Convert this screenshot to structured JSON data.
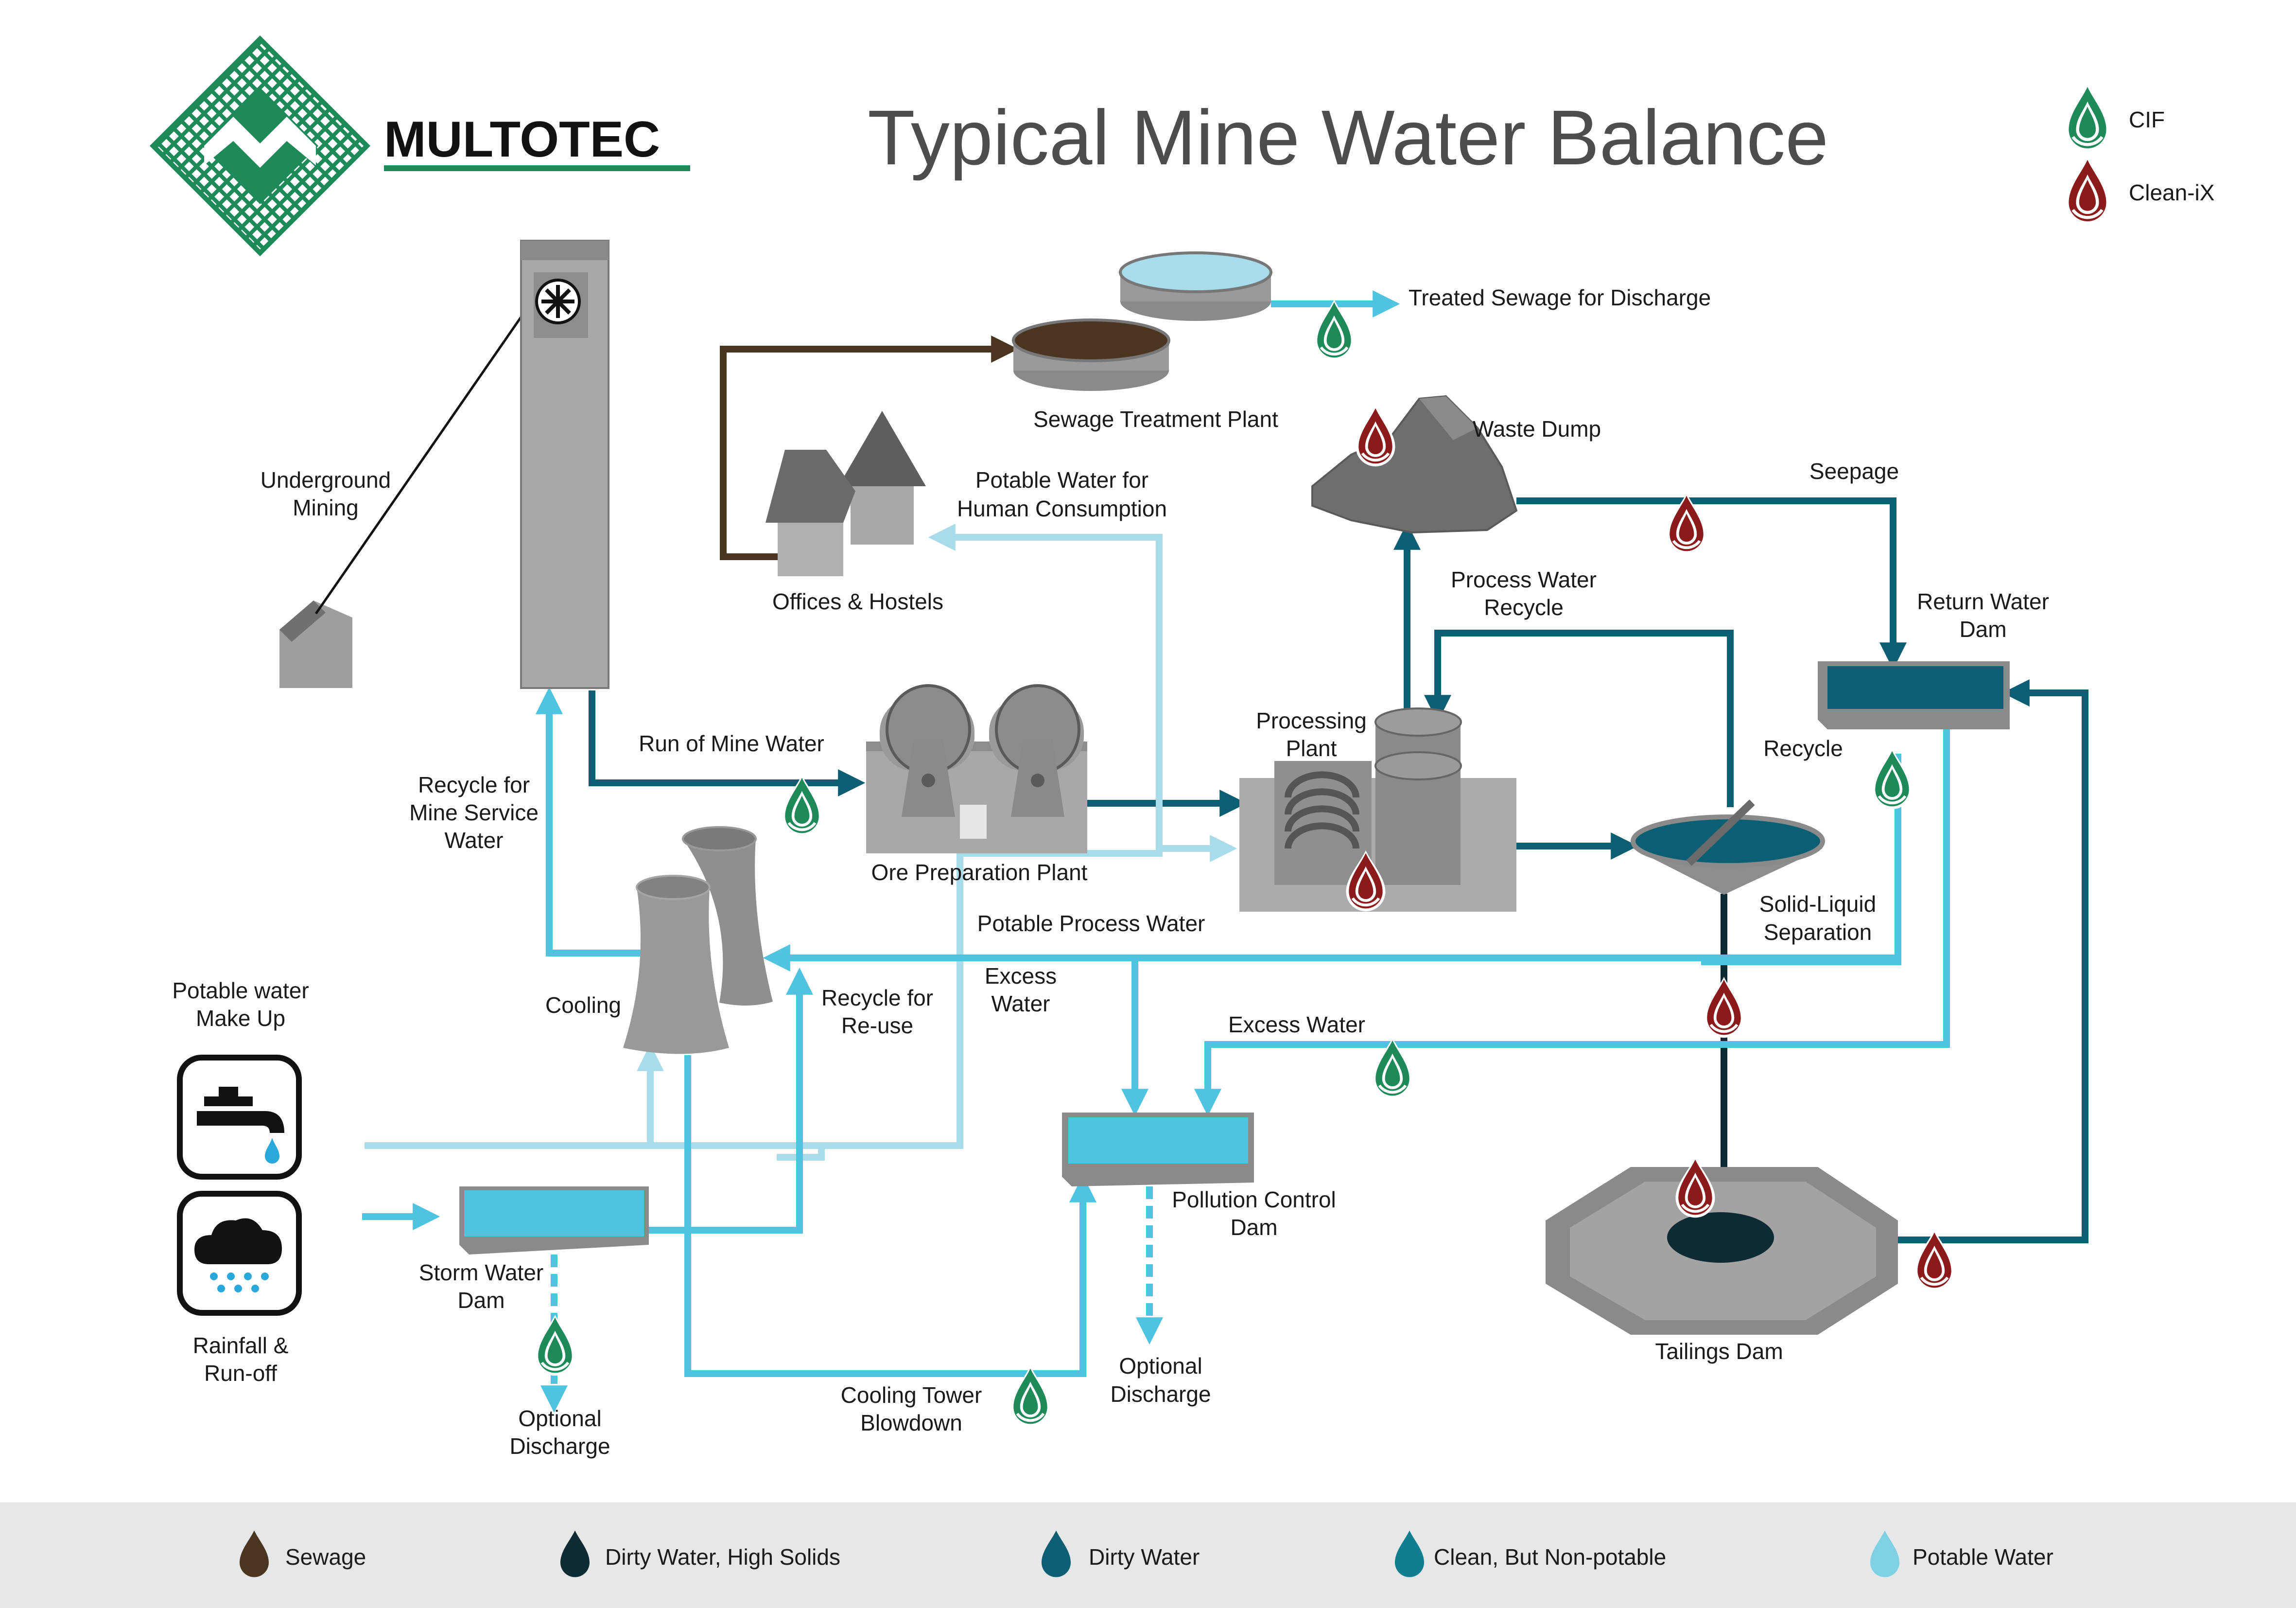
{
  "brand": {
    "name": "MULTOTEC"
  },
  "title": "Typical Mine Water Balance",
  "top_legend": [
    {
      "label": "CIF",
      "icon": "cif-drop-icon",
      "color": "#1e8a5a"
    },
    {
      "label": "Clean-iX",
      "icon": "clean-ix-drop-icon",
      "color": "#8b1a1a"
    }
  ],
  "colors": {
    "sewage": "#4a3620",
    "dirty_high_solids": "#0e2a33",
    "dirty": "#0c5f73",
    "clean_non_potable": "#4fc3e0",
    "potable": "#a8dceb",
    "cif": "#1e8a5a",
    "clean_ix": "#8b1a1a"
  },
  "nodes": {
    "underground_mining": [
      "Underground",
      "Mining"
    ],
    "sewage_plant": "Sewage Treatment Plant",
    "treated_sewage": "Treated Sewage for Discharge",
    "waste_dump": "Waste Dump",
    "seepage": "Seepage",
    "potable_human": [
      "Potable Water for",
      "Human Consumption"
    ],
    "offices": "Offices & Hostels",
    "process_water_recycle": [
      "Process Water",
      "Recycle"
    ],
    "return_water_dam": [
      "Return Water",
      "Dam"
    ],
    "run_of_mine": "Run of Mine Water",
    "processing_plant": [
      "Processing",
      "Plant"
    ],
    "recycle": "Recycle",
    "recycle_mine_service": [
      "Recycle for",
      "Mine Service",
      "Water"
    ],
    "ore_prep": "Ore Preparation Plant",
    "potable_process": "Potable Process Water",
    "solid_liquid": [
      "Solid-Liquid",
      "Separation"
    ],
    "potable_makeup": [
      "Potable water",
      "Make Up"
    ],
    "cooling": "Cooling",
    "recycle_reuse": [
      "Recycle for",
      "Re-use"
    ],
    "excess_water_1": [
      "Excess",
      "Water"
    ],
    "excess_water_2": "Excess Water",
    "storm_water_dam": [
      "Storm Water",
      "Dam"
    ],
    "pollution_control_dam": [
      "Pollution Control",
      "Dam"
    ],
    "rainfall": [
      "Rainfall &",
      "Run-off"
    ],
    "tailings_dam": "Tailings Dam",
    "optional_discharge_1": [
      "Optional",
      "Discharge"
    ],
    "optional_discharge_2": [
      "Optional",
      "Discharge"
    ],
    "cooling_blowdown": [
      "Cooling Tower",
      "Blowdown"
    ]
  },
  "legend": [
    {
      "label": "Sewage",
      "icon": "sewage-drop-icon",
      "color": "#4a3620"
    },
    {
      "label": "Dirty Water, High Solids",
      "icon": "dirty-high-solids-drop-icon",
      "color": "#0e2a33"
    },
    {
      "label": "Dirty Water",
      "icon": "dirty-water-drop-icon",
      "color": "#0c5f73"
    },
    {
      "label": "Clean, But Non-potable",
      "icon": "clean-non-potable-drop-icon",
      "color": "#0f7f90"
    },
    {
      "label": "Potable Water",
      "icon": "potable-water-drop-icon",
      "color": "#7fd0e3"
    }
  ]
}
